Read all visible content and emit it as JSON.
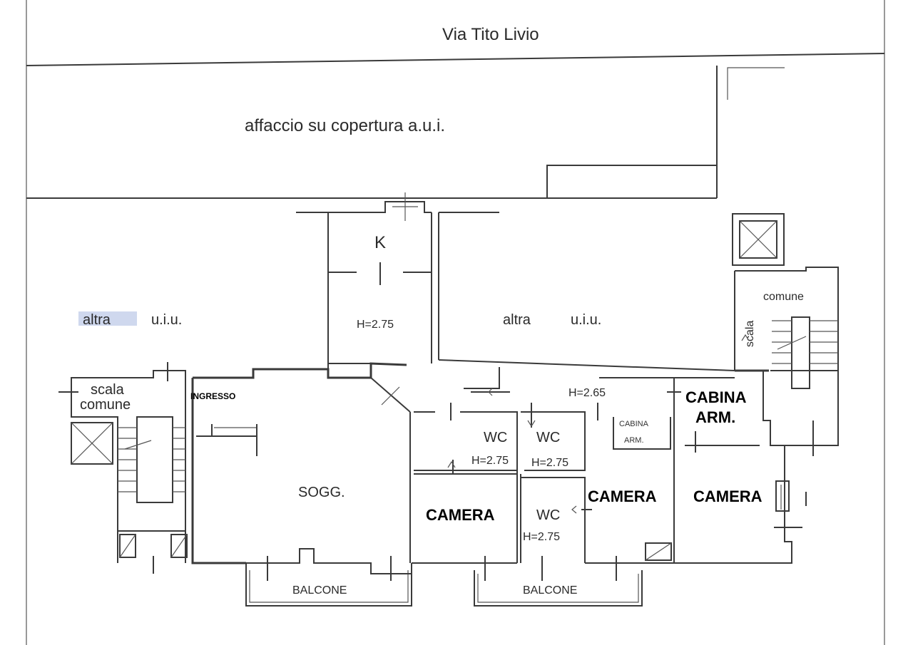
{
  "street": "Via Tito Livio",
  "rooftop": "affaccio su copertura a.u.i.",
  "left_unit": {
    "word1": "altra",
    "word2": "u.i.u."
  },
  "center_unit": {
    "word1": "altra",
    "word2": "u.i.u."
  },
  "kitchen": {
    "name": "K",
    "height": "H=2.75"
  },
  "stairs_left": {
    "line1": "scala",
    "line2": "comune"
  },
  "entrance": "INGRESSO",
  "living": "SOGG.",
  "wc1": {
    "name": "WC",
    "height": "H=2.75"
  },
  "wc2": {
    "name": "WC",
    "height": "H=2.75"
  },
  "wc3": {
    "name": "WC",
    "height": "H=2.75"
  },
  "hall_height": "H=2.65",
  "cabina_small": {
    "line1": "CABINA",
    "line2": "ARM."
  },
  "cabina_big": {
    "line1": "CABINA",
    "line2": "ARM."
  },
  "rooms": {
    "camera1": "CAMERA",
    "camera2": "CAMERA",
    "camera3": "CAMERA"
  },
  "stairs_right": {
    "scala": "scala",
    "comune": "comune"
  },
  "balcony_left": "BALCONE",
  "balcony_right": "BALCONE",
  "colors": {
    "wall": "#3a3a3a",
    "highlight": "#cfd8ee"
  }
}
